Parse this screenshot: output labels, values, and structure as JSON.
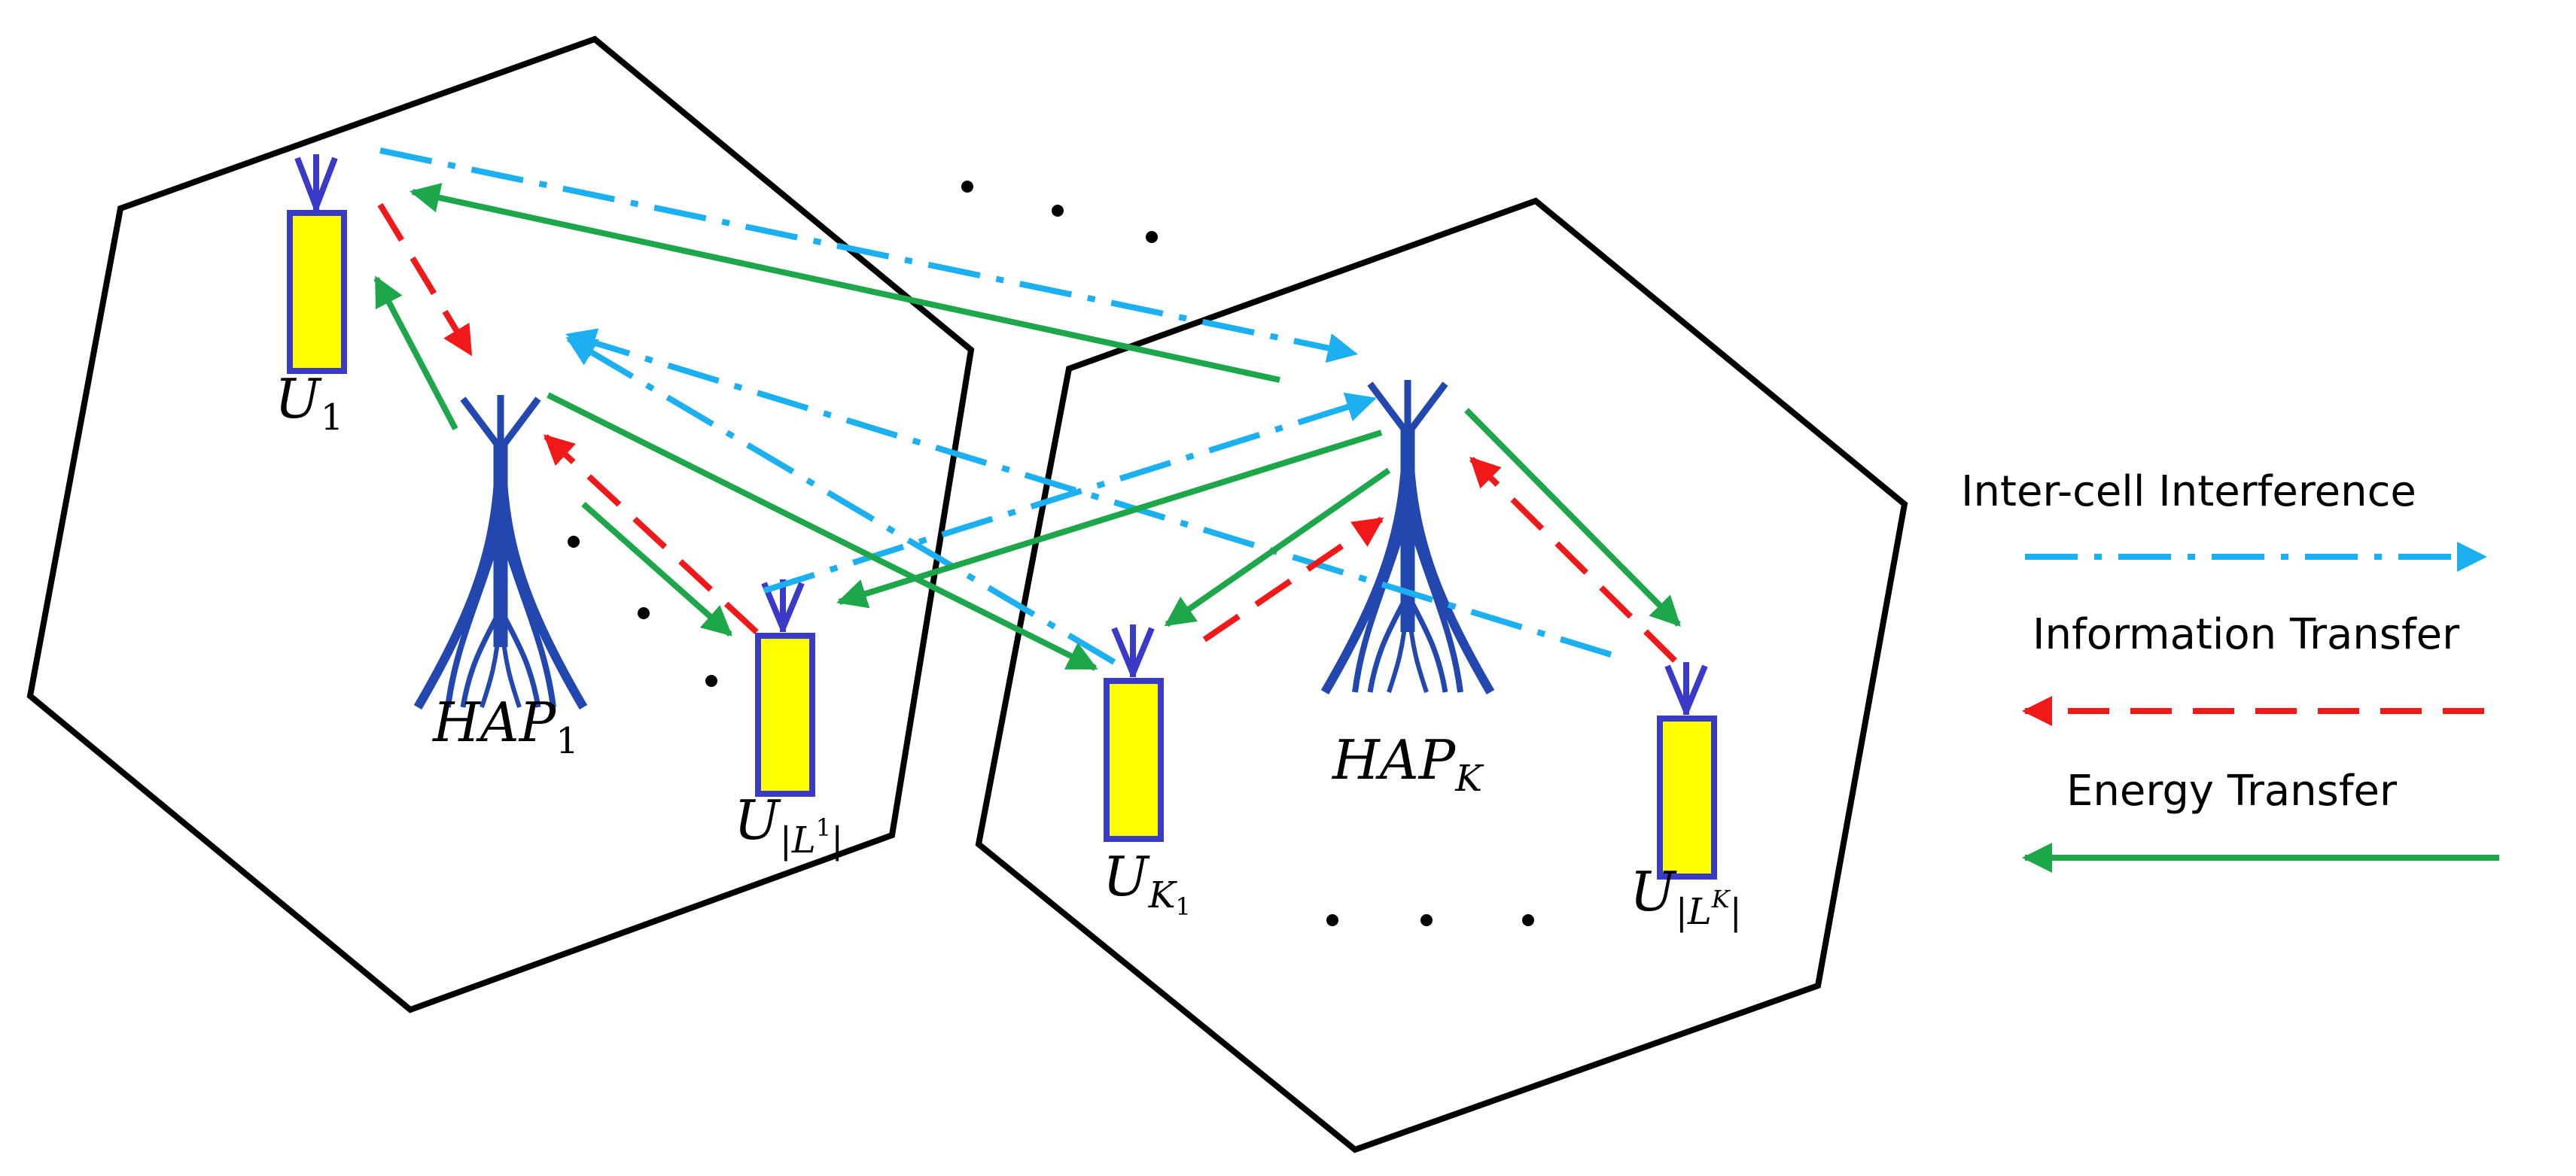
{
  "labels": {
    "u1": {
      "main": "U",
      "sub": "1"
    },
    "hap1": {
      "main": "HAP",
      "sub": "1"
    },
    "ul1": {
      "main": "U",
      "sub_bar_l": "|",
      "sub_main": "L",
      "sub_sup": "1",
      "sub_bar_r": "|"
    },
    "uk1": {
      "main": "U",
      "sub_main": "K",
      "sub_sub": "1"
    },
    "hapk": {
      "main": "HAP",
      "sub": "K"
    },
    "ulk": {
      "main": "U",
      "sub_bar_l": "|",
      "sub_main": "L",
      "sub_sup": "K",
      "sub_bar_r": "|"
    }
  },
  "legend": {
    "interference": "Inter-cell Interference",
    "information": "Information Transfer",
    "energy": "Energy Transfer"
  },
  "colors": {
    "interference": "#1cb0f0",
    "information": "#f01818",
    "energy": "#1ea64a",
    "device_fill": "#ffff00",
    "device_border": "#3a3ac8",
    "tower": "#2248b0",
    "hexagon": "#000000"
  },
  "icons": {
    "tower": "radio-tower-icon",
    "device": "user-device-icon",
    "antenna": "antenna-icon"
  }
}
